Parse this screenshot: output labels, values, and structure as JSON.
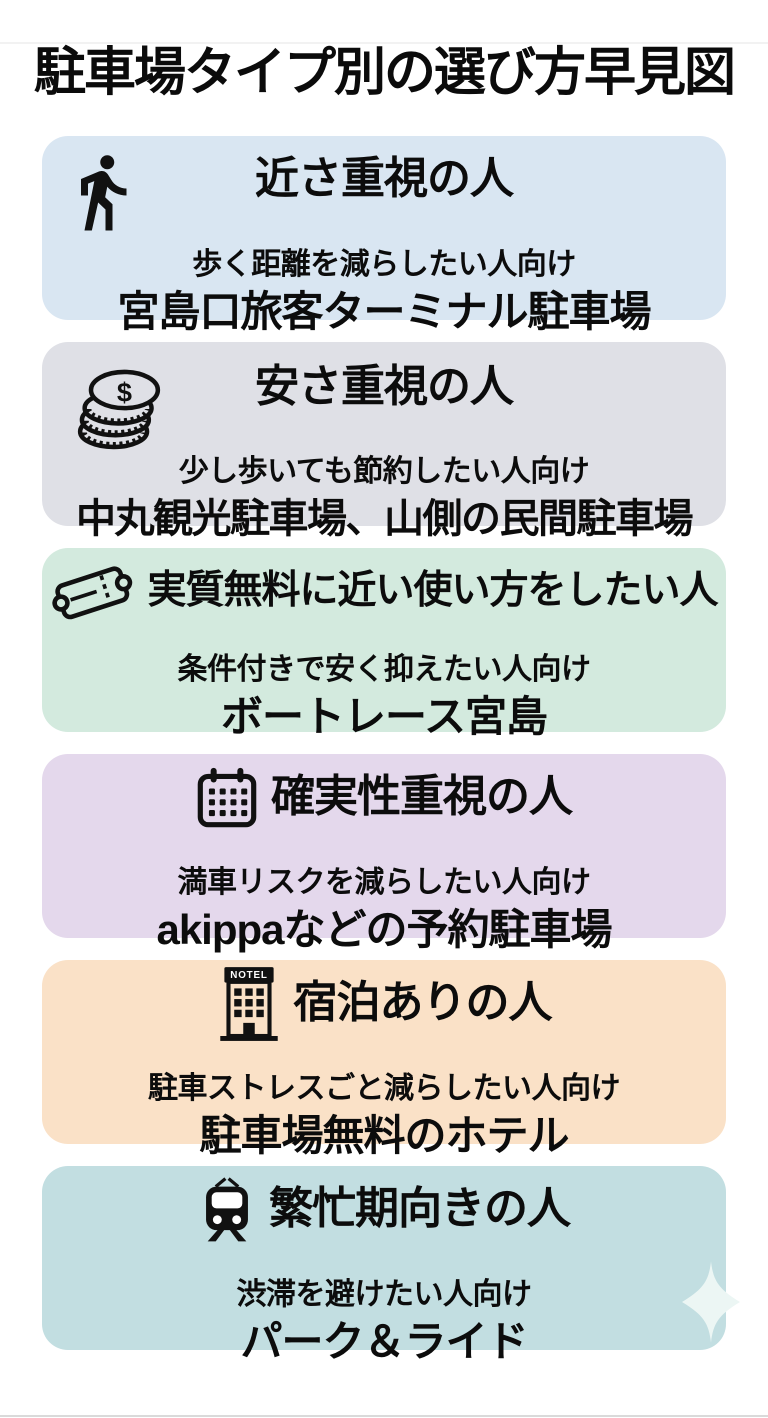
{
  "page": {
    "title": "駐車場タイプ別の選び方早見図"
  },
  "colors": {
    "text": "#0c0c0c",
    "card_proximity_bg": "#d9e6f2",
    "card_cheapness_bg": "#dfe0e6",
    "card_near_free_bg": "#d3eade",
    "card_certainty_bg": "#e4d8ec",
    "card_stay_bg": "#fae1c7",
    "card_busy_season_bg": "#c2dee1",
    "sparkle": "#ecf6f4"
  },
  "cards": [
    {
      "id": "proximity",
      "icon": "walking-person-icon",
      "icon_layout": "side",
      "bg": "#d9e6f2",
      "heading": "近さ重視の人",
      "subtitle": "歩く距離を減らしたい人向け",
      "recommendation": "宮島口旅客ターミナル駐車場"
    },
    {
      "id": "cheapness",
      "icon": "coins-icon",
      "icon_layout": "side",
      "bg": "#dfe0e6",
      "coin_symbol": "$",
      "heading": "安さ重視の人",
      "subtitle": "少し歩いても節約したい人向け",
      "recommendation": "中丸観光駐車場、山側の民間駐車場"
    },
    {
      "id": "near-free",
      "icon": "ticket-icon",
      "icon_layout": "inline",
      "bg": "#d3eade",
      "heading": "実質無料に近い使い方をしたい人",
      "subtitle": "条件付きで安く抑えたい人向け",
      "recommendation": "ボートレース宮島"
    },
    {
      "id": "certainty",
      "icon": "calendar-icon",
      "icon_layout": "inline",
      "bg": "#e4d8ec",
      "heading": "確実性重視の人",
      "subtitle": "満車リスクを減らしたい人向け",
      "recommendation": "akippaなどの予約駐車場"
    },
    {
      "id": "stay",
      "icon": "hotel-icon",
      "icon_layout": "inline",
      "bg": "#fae1c7",
      "hotel_sign_text": "NOTEL",
      "heading": "宿泊ありの人",
      "subtitle": "駐車ストレスごと減らしたい人向け",
      "recommendation": "駐車場無料のホテル"
    },
    {
      "id": "busy-season",
      "icon": "train-icon",
      "icon_layout": "inline",
      "bg": "#c2dee1",
      "decoration": "sparkle-icon",
      "heading": "繁忙期向きの人",
      "subtitle": "渋滞を避けたい人向け",
      "recommendation": "パーク＆ライド"
    }
  ]
}
